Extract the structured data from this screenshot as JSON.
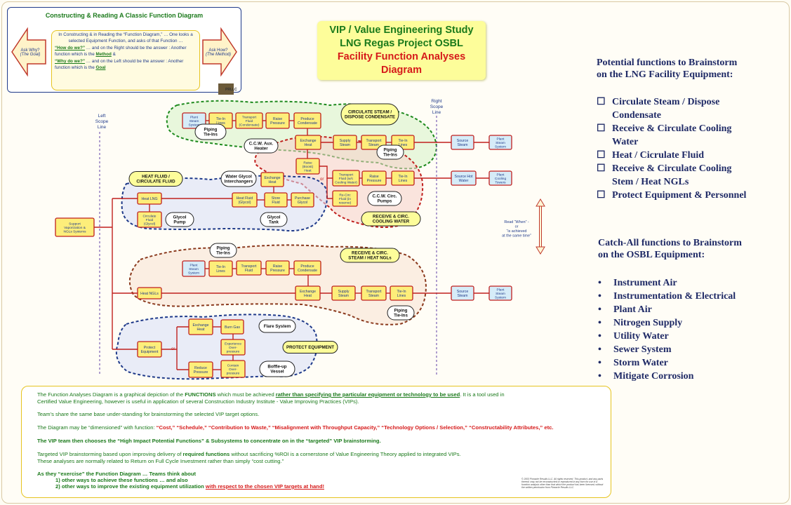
{
  "legend": {
    "title": "Constructing & Reading A Classic Function Diagram",
    "left_arrow": [
      "Ask Why?",
      "(The Goal)"
    ],
    "right_arrow": [
      "Ask How?",
      "(The Method)"
    ],
    "intro": "In Constructing & in Reading the “Function Diagram,” … One looks a selected Equipment Function, and asks of that Function …",
    "how_q": "“How do we?”",
    "how_text": "… and on the Right should be the answer : Another function which is the",
    "how_word": "Method",
    "how_tail": "&",
    "why_q": "“Why do we?”",
    "why_text": "… and on the Left should be the answer : Another function which is the",
    "why_word": "Goal",
    "logo_text": "PRLLC"
  },
  "title": {
    "line1": "VIP / Value Engineering Study",
    "line2": "LNG  Regas Project OSBL",
    "line3": "Facility Function Analyses",
    "line4": "Diagram"
  },
  "right_panel": {
    "potential_title": [
      "Potential functions to Brainstorm",
      "on the LNG Facility Equipment:"
    ],
    "potential_items": [
      [
        "Circulate Steam / Dispose",
        "Condensate"
      ],
      [
        "Receive & Circulate Cooling",
        "Water"
      ],
      [
        "Heat / Cicrulate Fluid"
      ],
      [
        "Receive & Circulate Cooling",
        "Stem / Heat NGLs"
      ],
      [
        "Protect Equipment & Personnel"
      ]
    ],
    "catchall_title": [
      "Catch-All  functions to Brainstorm",
      "on the OSBL Equipment:"
    ],
    "catchall_items": [
      "Instrument Air",
      "Instrumentation & Electrical",
      "Plant Air",
      "Nitrogen Supply",
      "Utility Water",
      "Sewer System",
      "Storm Water",
      "Mitigate Corrosion"
    ]
  },
  "diagram": {
    "left_scope": [
      "Left",
      "Scope",
      "Line"
    ],
    "right_scope": [
      "Right",
      "Scope",
      "Line"
    ],
    "read_when": [
      "Read “When” -",
      "or",
      "“is achieved",
      "at the same time”"
    ],
    "or_labels": [
      "or",
      "or"
    ],
    "boxes": [
      {
        "id": "root",
        "t": [
          "Support",
          "Vaporization &",
          "NGLs Systems"
        ]
      },
      {
        "id": "s1",
        "t": [
          "Plant",
          "Steam",
          "System"
        ]
      },
      {
        "id": "s2",
        "t": [
          "Tie-In",
          "Lines"
        ]
      },
      {
        "id": "s3",
        "t": [
          "Transport",
          "Fluid",
          "(Condensate)"
        ]
      },
      {
        "id": "s4",
        "t": [
          "Raise",
          "Pressure"
        ]
      },
      {
        "id": "s5",
        "t": [
          "Produce",
          "Condensate"
        ]
      },
      {
        "id": "s6",
        "t": [
          "Exchange",
          "Heat"
        ]
      },
      {
        "id": "s7",
        "t": [
          "Supply",
          "Steam"
        ]
      },
      {
        "id": "s8",
        "t": [
          "Transport",
          "Steam"
        ]
      },
      {
        "id": "s9",
        "t": [
          "Tie-In",
          "Lines"
        ]
      },
      {
        "id": "s10",
        "t": [
          "Source",
          "Steam"
        ]
      },
      {
        "id": "s11",
        "t": [
          "Plant",
          "Steam",
          "System"
        ]
      },
      {
        "id": "c1",
        "t": [
          "Raise",
          "(Boost)",
          "Heat"
        ]
      },
      {
        "id": "c2",
        "t": [
          "Transport",
          "Fluid (w/c",
          "Cooling Water)"
        ]
      },
      {
        "id": "c3",
        "t": [
          "Raise",
          "Pressure"
        ]
      },
      {
        "id": "c4",
        "t": [
          "Tie-In",
          "Lines"
        ]
      },
      {
        "id": "c5",
        "t": [
          "Source Hot",
          "Water"
        ]
      },
      {
        "id": "c6",
        "t": [
          "Plant",
          "Cooling",
          "Towers"
        ]
      },
      {
        "id": "c7",
        "t": [
          "Re-Circ",
          "Fluid (in",
          "reserve)"
        ]
      },
      {
        "id": "h1",
        "t": [
          "Heat LNG"
        ]
      },
      {
        "id": "h2",
        "t": [
          "Circulate",
          "Fluid",
          "(Glycol)"
        ]
      },
      {
        "id": "h3",
        "t": [
          "Heat Fluid",
          "(Glycol)"
        ]
      },
      {
        "id": "h4",
        "t": [
          "Store",
          "Fluid"
        ]
      },
      {
        "id": "h5",
        "t": [
          "Purchase",
          "Glycol"
        ]
      },
      {
        "id": "h6",
        "t": [
          "Exchange",
          "Heat"
        ]
      },
      {
        "id": "n1",
        "t": [
          "Plant",
          "Steam",
          "System"
        ]
      },
      {
        "id": "n2",
        "t": [
          "Tie-In",
          "Lines"
        ]
      },
      {
        "id": "n3",
        "t": [
          "Transport",
          "Fluid"
        ]
      },
      {
        "id": "n4",
        "t": [
          "Raise",
          "Pressure"
        ]
      },
      {
        "id": "n5",
        "t": [
          "Produce",
          "Condensate"
        ]
      },
      {
        "id": "n6",
        "t": [
          "Heat NGLs"
        ]
      },
      {
        "id": "n7",
        "t": [
          "Exchange",
          "Heat"
        ]
      },
      {
        "id": "n8",
        "t": [
          "Supply",
          "Steam"
        ]
      },
      {
        "id": "n9",
        "t": [
          "Transport",
          "Steam"
        ]
      },
      {
        "id": "n10",
        "t": [
          "Tie-In",
          "Lines"
        ]
      },
      {
        "id": "n11",
        "t": [
          "Source",
          "Steam"
        ]
      },
      {
        "id": "n12",
        "t": [
          "Plant",
          "Steam",
          "System"
        ]
      },
      {
        "id": "p1",
        "t": [
          "Protect",
          "Equipment"
        ]
      },
      {
        "id": "p2",
        "t": [
          "Exchange",
          "Heat"
        ]
      },
      {
        "id": "p3",
        "t": [
          "Burn Gas"
        ]
      },
      {
        "id": "p4",
        "t": [
          "Experience",
          "Over-",
          "pressure"
        ]
      },
      {
        "id": "p5",
        "t": [
          "Reduce",
          "Pressure"
        ]
      },
      {
        "id": "p6",
        "t": [
          "Contain",
          "Over-",
          "pressure"
        ]
      }
    ],
    "labels": [
      {
        "id": "L1",
        "t": [
          "CIRCULATE STEAM /",
          "DISPOSE CONDENSATE"
        ]
      },
      {
        "id": "L2",
        "t": [
          "Piping",
          "Tie-Ins"
        ]
      },
      {
        "id": "L3",
        "t": [
          "Piping",
          "Tie-Ins"
        ]
      },
      {
        "id": "L4",
        "t": [
          "C.C.W. Aux.",
          "Heater"
        ]
      },
      {
        "id": "L5",
        "t": [
          "HEAT FLUID /",
          "CIRCULATE FLUID"
        ]
      },
      {
        "id": "L6",
        "t": [
          "Water Glycol",
          "Interchangers"
        ]
      },
      {
        "id": "L7",
        "t": [
          "Glycol",
          "Pump"
        ]
      },
      {
        "id": "L8",
        "t": [
          "Glycol",
          "Tank"
        ]
      },
      {
        "id": "L9",
        "t": [
          "C.C.W. Circ.",
          "Pumps"
        ]
      },
      {
        "id": "L10",
        "t": [
          "RECEIVE & CIRC.",
          "COOLING WATER"
        ]
      },
      {
        "id": "L11",
        "t": [
          "Piping",
          "Tie-Ins"
        ]
      },
      {
        "id": "L12",
        "t": [
          "RECEIVE & CIRC.",
          "STEAM / HEAT NGLs"
        ]
      },
      {
        "id": "L13",
        "t": [
          "Piping",
          "Tie-Ins"
        ]
      },
      {
        "id": "L14",
        "t": [
          "Flare System"
        ]
      },
      {
        "id": "L15",
        "t": [
          "PROTECT EQUIPMENT"
        ]
      },
      {
        "id": "L16",
        "t": [
          "Boffle-up",
          "Vessel"
        ]
      }
    ]
  },
  "bottom": {
    "p1a": "The Function Analyses Diagram is a graphical depiction of the ",
    "p1b": "FUNCTIONS",
    "p1c": " which must be achieved  ",
    "p1d": "rather than specifying the particular equipment or technology to be used",
    "p1e": ".  It is a tool used in",
    "p2": "Certified Value Engineering, however is useful in application of several Construction Industry Institute - Value Improving Practices (VIPs).",
    "p3": "Team’s share the same base under-standing for brainstorming the selected VIP target options.",
    "p4a": "The Diagram may be “dimensioned” with function:   ",
    "p4b": "“Cost,”  “Schedule,”  “Contribution to Waste,”  “Misalignment with Throughput Capacity,”  “Technology Options / Selection,”  “Constructability Attributes,” etc.",
    "p5": "The VIP team then chooses the “High Impact Potential Functions” & Subsystems to concentrate on in the “targeted” VIP brainstorming.",
    "p6a": "Targeted VIP brainstorming based upon improving delivery of ",
    "p6b": "required functions",
    "p6c": " without sacrificing  %ROI is a cornerstone of Value Engineering Theory applied to integrated VIPs.",
    "p7": "These analyses are normally related to Return on Full Cycle Investment rather than simply “cost cutting.”",
    "p8": "As they “exercise” the  Function Diagram … Teams think about",
    "p9": "1) other ways to achieve these functions … and also",
    "p10a": "2) other ways to improve the existing equipment utilization ",
    "p10b": "with respect to the chosen VIP targets at hand!",
    "copyright": "© 2003 Pinnacle Results LLC. All rights reserved. This product, and any parts thereof, may not be reconstructed or reproduced in any form for use in a function analysis other than that which the product has been licensed, without the written permission from Pinnacle Results LLC."
  }
}
